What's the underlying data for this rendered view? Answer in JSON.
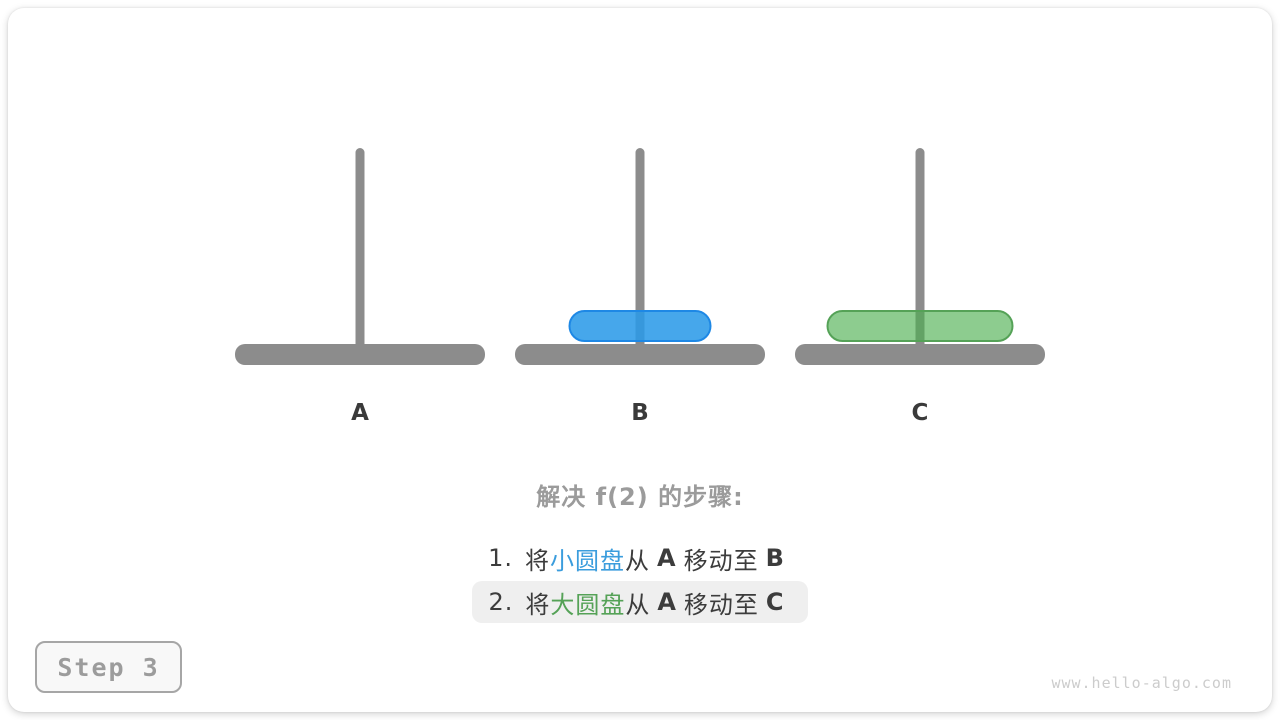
{
  "figure": {
    "towers": [
      {
        "label": "A",
        "disks": []
      },
      {
        "label": "B",
        "disks": [
          {
            "name": "small-disk",
            "color": "blue",
            "width": 143
          }
        ]
      },
      {
        "label": "C",
        "disks": [
          {
            "name": "large-disk",
            "color": "green",
            "width": 187
          }
        ]
      }
    ]
  },
  "panel": {
    "title": "解决 f(2) 的步骤:",
    "steps": [
      {
        "highlighted": false,
        "segments": [
          {
            "text": "1.",
            "style": "number"
          },
          {
            "text": "将",
            "style": "normal"
          },
          {
            "text": "小圆盘",
            "style": "blue"
          },
          {
            "text": "从",
            "style": "normal"
          },
          {
            "text": "A",
            "style": "letter"
          },
          {
            "text": "移动至",
            "style": "normal"
          },
          {
            "text": "B",
            "style": "letter"
          }
        ]
      },
      {
        "highlighted": true,
        "segments": [
          {
            "text": "2.",
            "style": "number"
          },
          {
            "text": "将",
            "style": "normal"
          },
          {
            "text": "大圆盘",
            "style": "green"
          },
          {
            "text": "从",
            "style": "normal"
          },
          {
            "text": "A",
            "style": "letter"
          },
          {
            "text": "移动至",
            "style": "normal"
          },
          {
            "text": "C",
            "style": "letter"
          }
        ]
      }
    ]
  },
  "badge": {
    "label": "Step 3"
  },
  "watermark": "www.hello-algo.com",
  "colors": {
    "structure_gray": "#8C8C8C",
    "blue_disk_fill": "#4FA9EC",
    "blue_disk_border": "#1E88E5",
    "green_disk_fill": "#8FC98C",
    "green_disk_border": "#55A257",
    "text_dark": "#3C3C3C",
    "text_blue": "#3B9DDD",
    "text_green": "#55A257",
    "title_gray": "#9B9B9B",
    "highlight_bg": "#EFEFEF"
  }
}
